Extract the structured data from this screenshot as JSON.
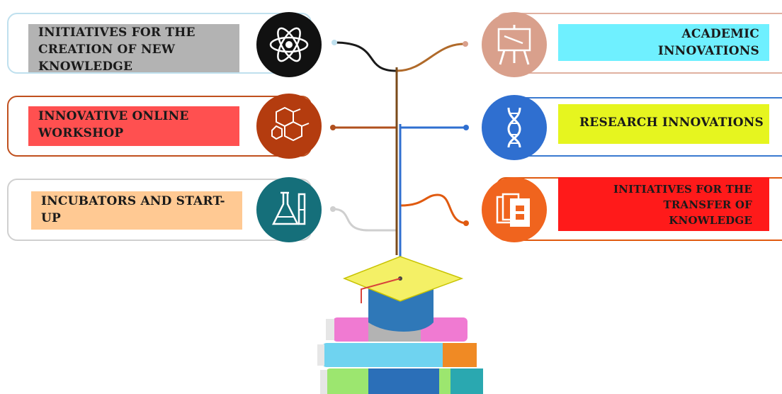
{
  "left_items": [
    {
      "label": "INITIATIVES FOR THE CREATION OF NEW KNOWLEDGE",
      "label_bg": "#b3b3b3",
      "border": "#bfe0ee",
      "icon": "atom-icon",
      "icon_bg": "#111111"
    },
    {
      "label": "INNOVATIVE ONLINE WORKSHOP",
      "label_bg": "#ff5050",
      "border": "#c0501e",
      "icon": "molecule-icon",
      "icon_bg": "#b43c0f"
    },
    {
      "label": "INCUBATORS AND START-UP",
      "label_bg": "#ffc993",
      "border": "#d0d0d0",
      "icon": "flask-icon",
      "icon_bg": "#156f7a"
    }
  ],
  "right_items": [
    {
      "label": "ACADEMIC INNOVATIONS",
      "label_bg": "#6ff0ff",
      "border": "#e0b0a0",
      "icon": "easel-icon",
      "icon_bg": "#d9a08c"
    },
    {
      "label": "RESEARCH INNOVATIONS",
      "label_bg": "#e6f51f",
      "border": "#3a7ad0",
      "icon": "dna-icon",
      "icon_bg": "#2f6fd0"
    },
    {
      "label": "INITIATIVES FOR THE TRANSFER OF KNOWLEDGE",
      "label_bg": "#ff1a1a",
      "border": "#e05a10",
      "icon": "documents-icon",
      "icon_bg": "#f0641e"
    }
  ],
  "center": {
    "icon": "graduation-cap-books-icon"
  }
}
